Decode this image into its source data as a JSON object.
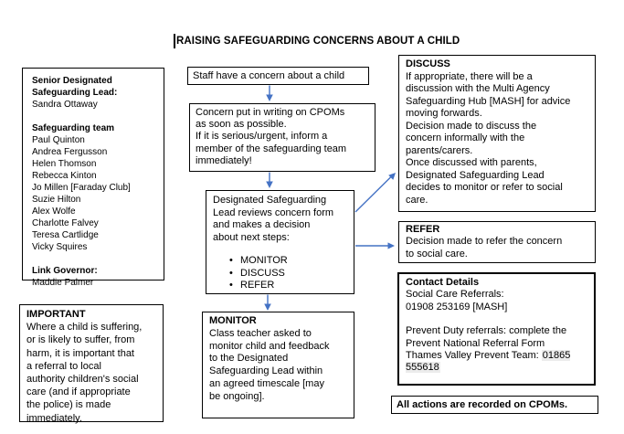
{
  "title": "RAISING SAFEGUARDING CONCERNS ABOUT A CHILD",
  "colors": {
    "arrow": "#4472C4",
    "border": "#000000",
    "phone_highlight": "#ececec"
  },
  "left_panel": {
    "lead_label": "Senior Designated Safeguarding Lead:",
    "lead_name": "Sandra Ottaway",
    "team_label": "Safeguarding team",
    "team_members": [
      "Paul Quinton",
      "Andrea Fergusson",
      "Helen Thomson",
      "Rebecca Kinton",
      "Jo Millen [Faraday Club]",
      "Suzie Hilton",
      "Alex Wolfe",
      "Charlotte Falvey",
      "Teresa Cartlidge",
      "Vicky Squires"
    ],
    "governor_label": "Link Governor:",
    "governor_name": "Maddie Palmer"
  },
  "important": {
    "heading": "IMPORTANT",
    "body": "Where a child is suffering,\nor is likely to suffer, from\nharm, it is important that\na referral to local\nauthority children's social\ncare (and if appropriate\nthe police) is made\nimmediately."
  },
  "flow": {
    "step1": "Staff have a concern about a child",
    "step2": "Concern put in writing on CPOMs\nas soon as possible.\nIf it is serious/urgent, inform a\nmember of the safeguarding team\nimmediately!",
    "decision": {
      "body": "Designated Safeguarding\nLead reviews concern form\nand makes a decision\nabout next steps:",
      "options": [
        "MONITOR",
        "DISCUSS",
        "REFER"
      ]
    },
    "monitor": {
      "heading": "MONITOR",
      "body": "Class teacher asked to\nmonitor child and feedback\nto the Designated\nSafeguarding Lead within\nan agreed timescale [may\nbe ongoing]."
    },
    "discuss": {
      "heading": "DISCUSS",
      "body": "If appropriate, there will be a\ndiscussion with the Multi Agency\nSafeguarding Hub [MASH] for advice\nmoving forwards.\nDecision made to discuss the\nconcern informally with the\nparents/carers.\nOnce discussed with parents,\nDesignated Safeguarding Lead\ndecides to monitor or refer to social\ncare."
    },
    "refer": {
      "heading": "REFER",
      "body": "Decision made to refer the concern\nto social care."
    }
  },
  "contact": {
    "heading": "Contact Details",
    "social_care": "Social Care Referrals:\n01908 253169 [MASH]",
    "prevent_intro": "Prevent Duty referrals: complete the\nPrevent National Referral Form",
    "prevent_team_label": "Thames Valley Prevent Team: ",
    "prevent_phone": "01865 555618"
  },
  "footer_note": "All actions are recorded on CPOMs."
}
